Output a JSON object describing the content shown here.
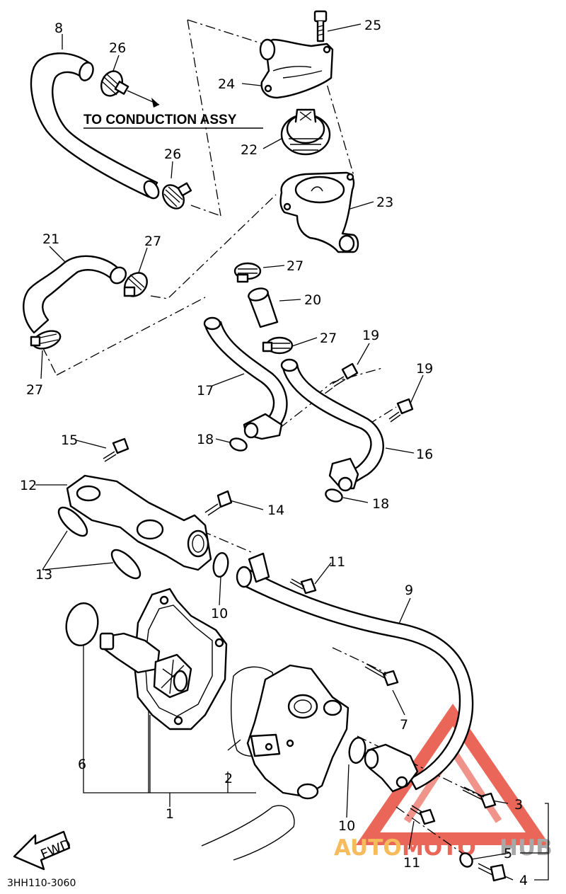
{
  "diagram": {
    "caption": "TO CONDUCTION ASSY",
    "drawing_code": "3HH110-3060",
    "fwd_label": "FWD",
    "part_labels": {
      "p1": "1",
      "p2": "2",
      "p3": "3",
      "p4": "4",
      "p5": "5",
      "p6": "6",
      "p7": "7",
      "p8": "8",
      "p9": "9",
      "p10a": "10",
      "p10b": "10",
      "p11a": "11",
      "p11b": "11",
      "p12": "12",
      "p13": "13",
      "p14": "14",
      "p15": "15",
      "p16": "16",
      "p17": "17",
      "p18a": "18",
      "p18b": "18",
      "p19a": "19",
      "p19b": "19",
      "p20": "20",
      "p21": "21",
      "p22": "22",
      "p23": "23",
      "p24": "24",
      "p25": "25",
      "p26a": "26",
      "p26b": "26",
      "p27a": "27",
      "p27b": "27",
      "p27c": "27",
      "p27d": "27"
    }
  },
  "watermark": {
    "text_auto": "AUTO",
    "text_moto": "MOTO",
    "text_hub": "HUB",
    "color_orange": "#f5b041",
    "color_red": "#e74c3c",
    "color_gray": "#9a9a9a"
  }
}
